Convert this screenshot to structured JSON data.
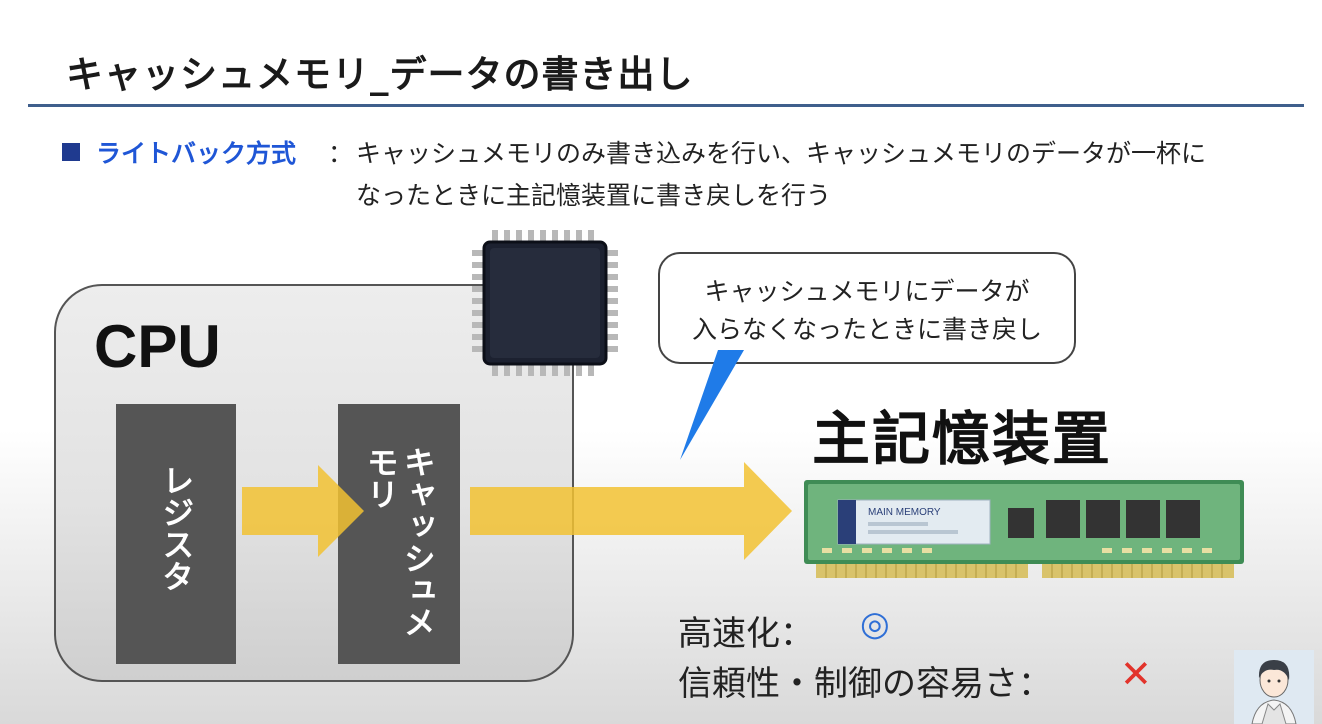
{
  "title": "キャッシュメモリ_データの書き出し",
  "bullet": {
    "term": "ライトバック方式",
    "colon": "：",
    "desc_line1": "キャッシュメモリのみ書き込みを行い、キャッシュメモリのデータが一杯に",
    "desc_line2": "なったときに主記憶装置に書き戻しを行う"
  },
  "diagram": {
    "cpu_label": "CPU",
    "register_label": "レジスタ",
    "cache_label": "キャッシュメモリ",
    "callout_line1": "キャッシュメモリにデータが",
    "callout_line2": "入らなくなったときに書き戻し",
    "main_memory_title": "主記憶装置",
    "ram_sticker": "MAIN MEMORY",
    "colors": {
      "block": "#555555",
      "arrow": "#f2c233",
      "accent": "#1f56d6",
      "cross": "#e2332b",
      "double_circle": "#2f6fd6"
    }
  },
  "evaluation": {
    "speed_label": "高速化：",
    "speed_mark": "◎",
    "reliability_label": "信頼性・制御の容易さ：",
    "reliability_mark": "✕"
  },
  "icons": [
    "cpu-chip-icon",
    "ram-module-icon",
    "presenter-avatar-icon"
  ]
}
